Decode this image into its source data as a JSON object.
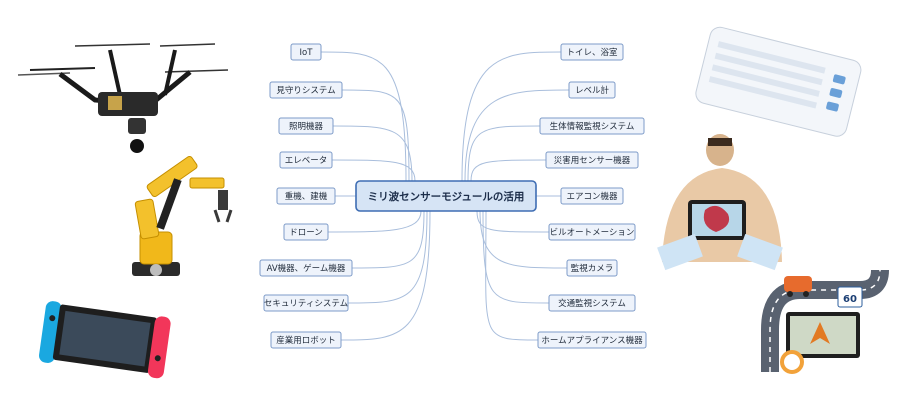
{
  "center": {
    "label": "ミリ波センサーモジュールの活用"
  },
  "left_nodes": [
    "IoT",
    "見守りシステム",
    "照明機器",
    "エレベータ",
    "重機、建機",
    "ドローン",
    "AV機器、ゲーム機器",
    "セキュリティシステム",
    "産業用ロボット"
  ],
  "right_nodes": [
    "トイレ、浴室",
    "レベル計",
    "生体情報監視システム",
    "災害用センサー機器",
    "エアコン機器",
    "ビルオートメーション",
    "監視カメラ",
    "交通監視システム",
    "ホームアプライアンス機器"
  ],
  "illustrations": {
    "drone": "drone-illustration",
    "robot_arm": "robot-arm-illustration",
    "game_console": "game-console-illustration",
    "air_conditioner": "air-conditioner-illustration",
    "heart_monitor": "heart-monitor-illustration",
    "road_sign_text": "60"
  },
  "colors": {
    "connector": "#a9bedc",
    "node_border": "#7d9bc8",
    "center_border": "#3e6db3"
  }
}
